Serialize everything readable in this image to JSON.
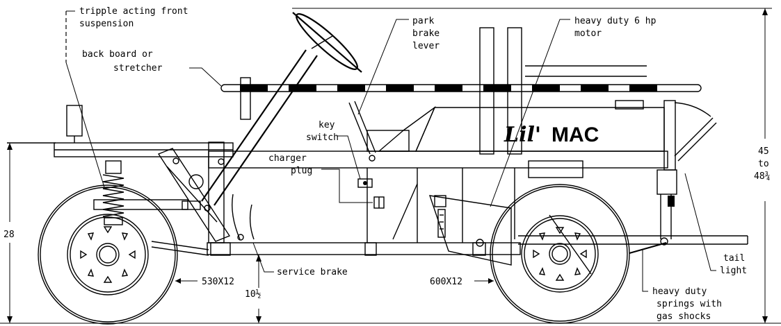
{
  "labels": {
    "front_suspension": [
      "tripple acting front",
      "suspension"
    ],
    "back_board": [
      "back board or",
      "stretcher"
    ],
    "park_brake": [
      "park",
      "brake",
      "lever"
    ],
    "motor": [
      "heavy duty 6 hp",
      "motor"
    ],
    "key_switch": [
      "key",
      "switch"
    ],
    "charger_plug": [
      "charger",
      "plug"
    ],
    "service_brake": "service brake",
    "tire_front": "530X12",
    "tire_rear": "600X12",
    "tail_light": [
      "tail",
      "light"
    ],
    "rear_springs": [
      "heavy duty",
      "springs with",
      "gas shocks"
    ]
  },
  "brand": {
    "script": "Lil'",
    "block": "MAC"
  },
  "dimensions": {
    "height_28": "28",
    "clearance": "10½",
    "overall_height": [
      "45",
      "to",
      "48¾"
    ]
  }
}
